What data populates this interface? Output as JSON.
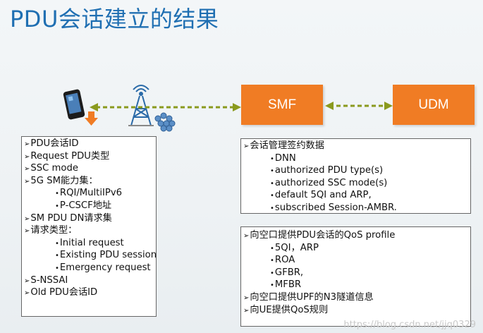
{
  "title": "PDU会话建立的结果",
  "nodes": {
    "smf": "SMF",
    "udm": "UDM"
  },
  "colors": {
    "node_fill": "#f07c24",
    "title": "#1f6fb2",
    "arrow": "#8a9a1e"
  },
  "left_panel": [
    {
      "text": "PDU会话ID",
      "level": 0
    },
    {
      "text": "Request PDU类型",
      "level": 0
    },
    {
      "text": "SSC mode",
      "level": 0
    },
    {
      "text": "5G SM能力集：",
      "level": 0
    },
    {
      "text": "RQI/MultiIPv6",
      "level": 1
    },
    {
      "text": "P-CSCF地址",
      "level": 1
    },
    {
      "text": "SM PDU DN请求集",
      "level": 0
    },
    {
      "text": "请求类型：",
      "level": 0
    },
    {
      "text": "Initial request",
      "level": 2
    },
    {
      "text": "Existing PDU session",
      "level": 2
    },
    {
      "text": "Emergency request",
      "level": 2
    },
    {
      "text": "S-NSSAI",
      "level": 0
    },
    {
      "text": "Old PDU会话ID",
      "level": 0
    }
  ],
  "right_top_panel": [
    {
      "text": "会话管理签约数据",
      "level": 0
    },
    {
      "text": "DNN",
      "level": 1
    },
    {
      "text": "authorized PDU type(s)",
      "level": 1
    },
    {
      "text": "authorized SSC mode(s)",
      "level": 1
    },
    {
      "text": "default 5QI and ARP,",
      "level": 1
    },
    {
      "text": "subscribed Session-AMBR.",
      "level": 1
    }
  ],
  "right_bottom_panel": [
    {
      "text": "向空口提供PDU会话的QoS profile",
      "level": 0
    },
    {
      "text": "5QI，ARP",
      "level": 1
    },
    {
      "text": "ROA",
      "level": 1
    },
    {
      "text": "GFBR,",
      "level": 1
    },
    {
      "text": "MFBR",
      "level": 1
    },
    {
      "text": "向空口提供UPF的N3隧道信息",
      "level": 0
    },
    {
      "text": "向UE提供QoS规则",
      "level": 0
    }
  ],
  "watermark": "https://blog.csdn.net/jjq0329"
}
